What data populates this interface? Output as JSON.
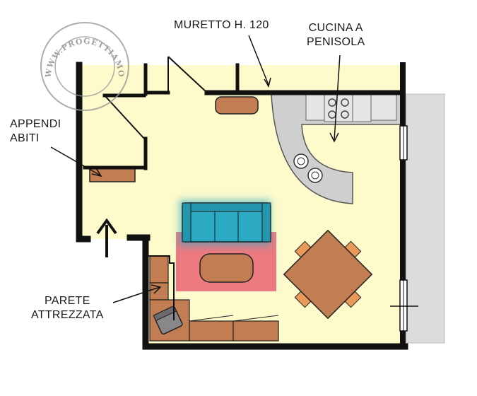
{
  "watermark": {
    "text": "WWW.PROGETTIAMOINSIEME.IT"
  },
  "labels": {
    "muretto": "MURETTO H. 120",
    "cucina": [
      "CUCINA A",
      "PENISOLA"
    ],
    "appendi": [
      "APPENDI",
      "ABITI"
    ],
    "parete": [
      "PARETE",
      "ATTREZZATA"
    ]
  },
  "colors": {
    "floor": "#fdfbcc",
    "wall": "#111111",
    "wood": "#c27d52",
    "sofa": "#2ba8c2",
    "rug": "#ec7a80",
    "counter": "#cfcfcf",
    "terrace": "#dcdcdc"
  },
  "icons": [
    "entrance-arrow-icon",
    "stove-burner-icon",
    "stool-icon",
    "armchair-icon"
  ]
}
